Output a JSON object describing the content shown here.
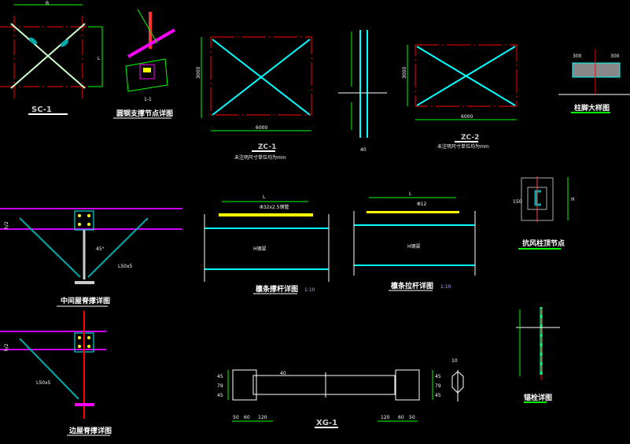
{
  "colors": {
    "background": "#000000",
    "grid_axis": "#ff0000",
    "dimension": "#00ff00",
    "brace": "#00ffff",
    "beam": "#cc00ff",
    "bolt": "#ffff00",
    "text": "#ffffff"
  },
  "sc1": {
    "title": "SC-1",
    "dim_top": "B",
    "dim_right": "L"
  },
  "node_detail": {
    "title": "圆钢支撑节点详图",
    "section": "1-1"
  },
  "zc1": {
    "title": "ZC-1",
    "dim_width": "6000",
    "dim_height": "3000",
    "note": "未注明尺寸单位均为mm"
  },
  "column_elevation": {
    "label_bottom": "40"
  },
  "zc2": {
    "title": "ZC-2",
    "dim_width": "6000",
    "dim_height": "3000",
    "note": "未注明尺寸单位均为mm"
  },
  "column_base": {
    "title": "柱脚大样图",
    "dim_left": "300",
    "dim_right": "300"
  },
  "middle_ridge": {
    "title": "中间屋脊撑详图",
    "dim": "h/2",
    "angle": "45°",
    "member": "L50x5"
  },
  "edge_ridge": {
    "title": "边屋脊撑详图",
    "dim": "h/2",
    "member": "L50x5"
  },
  "purlin_strut": {
    "title": "檩条撑杆详图",
    "scale": "1:10",
    "dim": "L",
    "beam": "H钢梁",
    "rod": "Φ32x2.5钢管"
  },
  "purlin_tie": {
    "title": "檩条拉杆详图",
    "scale": "1:10",
    "dim": "L",
    "beam": "H钢梁",
    "rod": "Φ12"
  },
  "wind_column": {
    "title": "抗风柱顶节点",
    "dim_h": "H",
    "dim_left": "150"
  },
  "anchor": {
    "title": "锚栓详图"
  },
  "xg1": {
    "title": "XG-1",
    "dims_left_v": [
      "45",
      "79",
      "45"
    ],
    "dims_right_v": [
      "45",
      "79",
      "45"
    ],
    "dims_left_h": [
      "50",
      "60",
      "120"
    ],
    "dims_right_h": [
      "120",
      "60",
      "50"
    ],
    "dim_inner": "40",
    "dim_section": "10"
  }
}
